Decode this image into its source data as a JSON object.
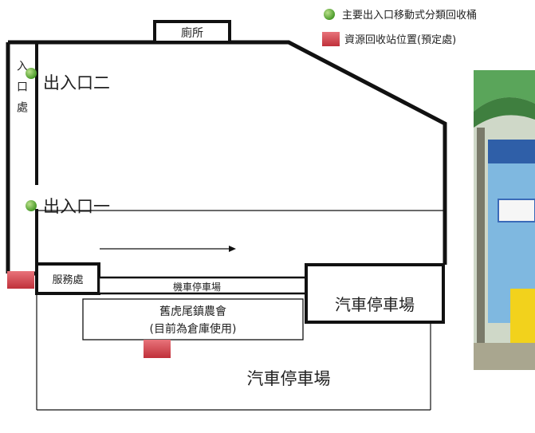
{
  "legend": {
    "green_dot": "主要出入口移動式分類回收桶",
    "red_square": "資源回收站位置(預定處)"
  },
  "labels": {
    "restroom": "廁所",
    "entrance_2": "出入口二",
    "entrance_1": "出入口一",
    "entrance_side": "入口處",
    "service_desk": "服務處",
    "scooter_parking": "機車停車場",
    "car_parking_right": "汽車停車場",
    "farmers_assoc_line1": "舊虎尾鎮農會",
    "farmers_assoc_line2": "(目前為倉庫使用)",
    "car_parking_bottom": "汽車停車場"
  },
  "colors": {
    "dot_green": "#6db33f",
    "station_red": "#d9404a",
    "photo_sky": "#7fb8e0",
    "photo_roof": "#5aa55a",
    "photo_bin_yellow": "#f2d21c"
  }
}
